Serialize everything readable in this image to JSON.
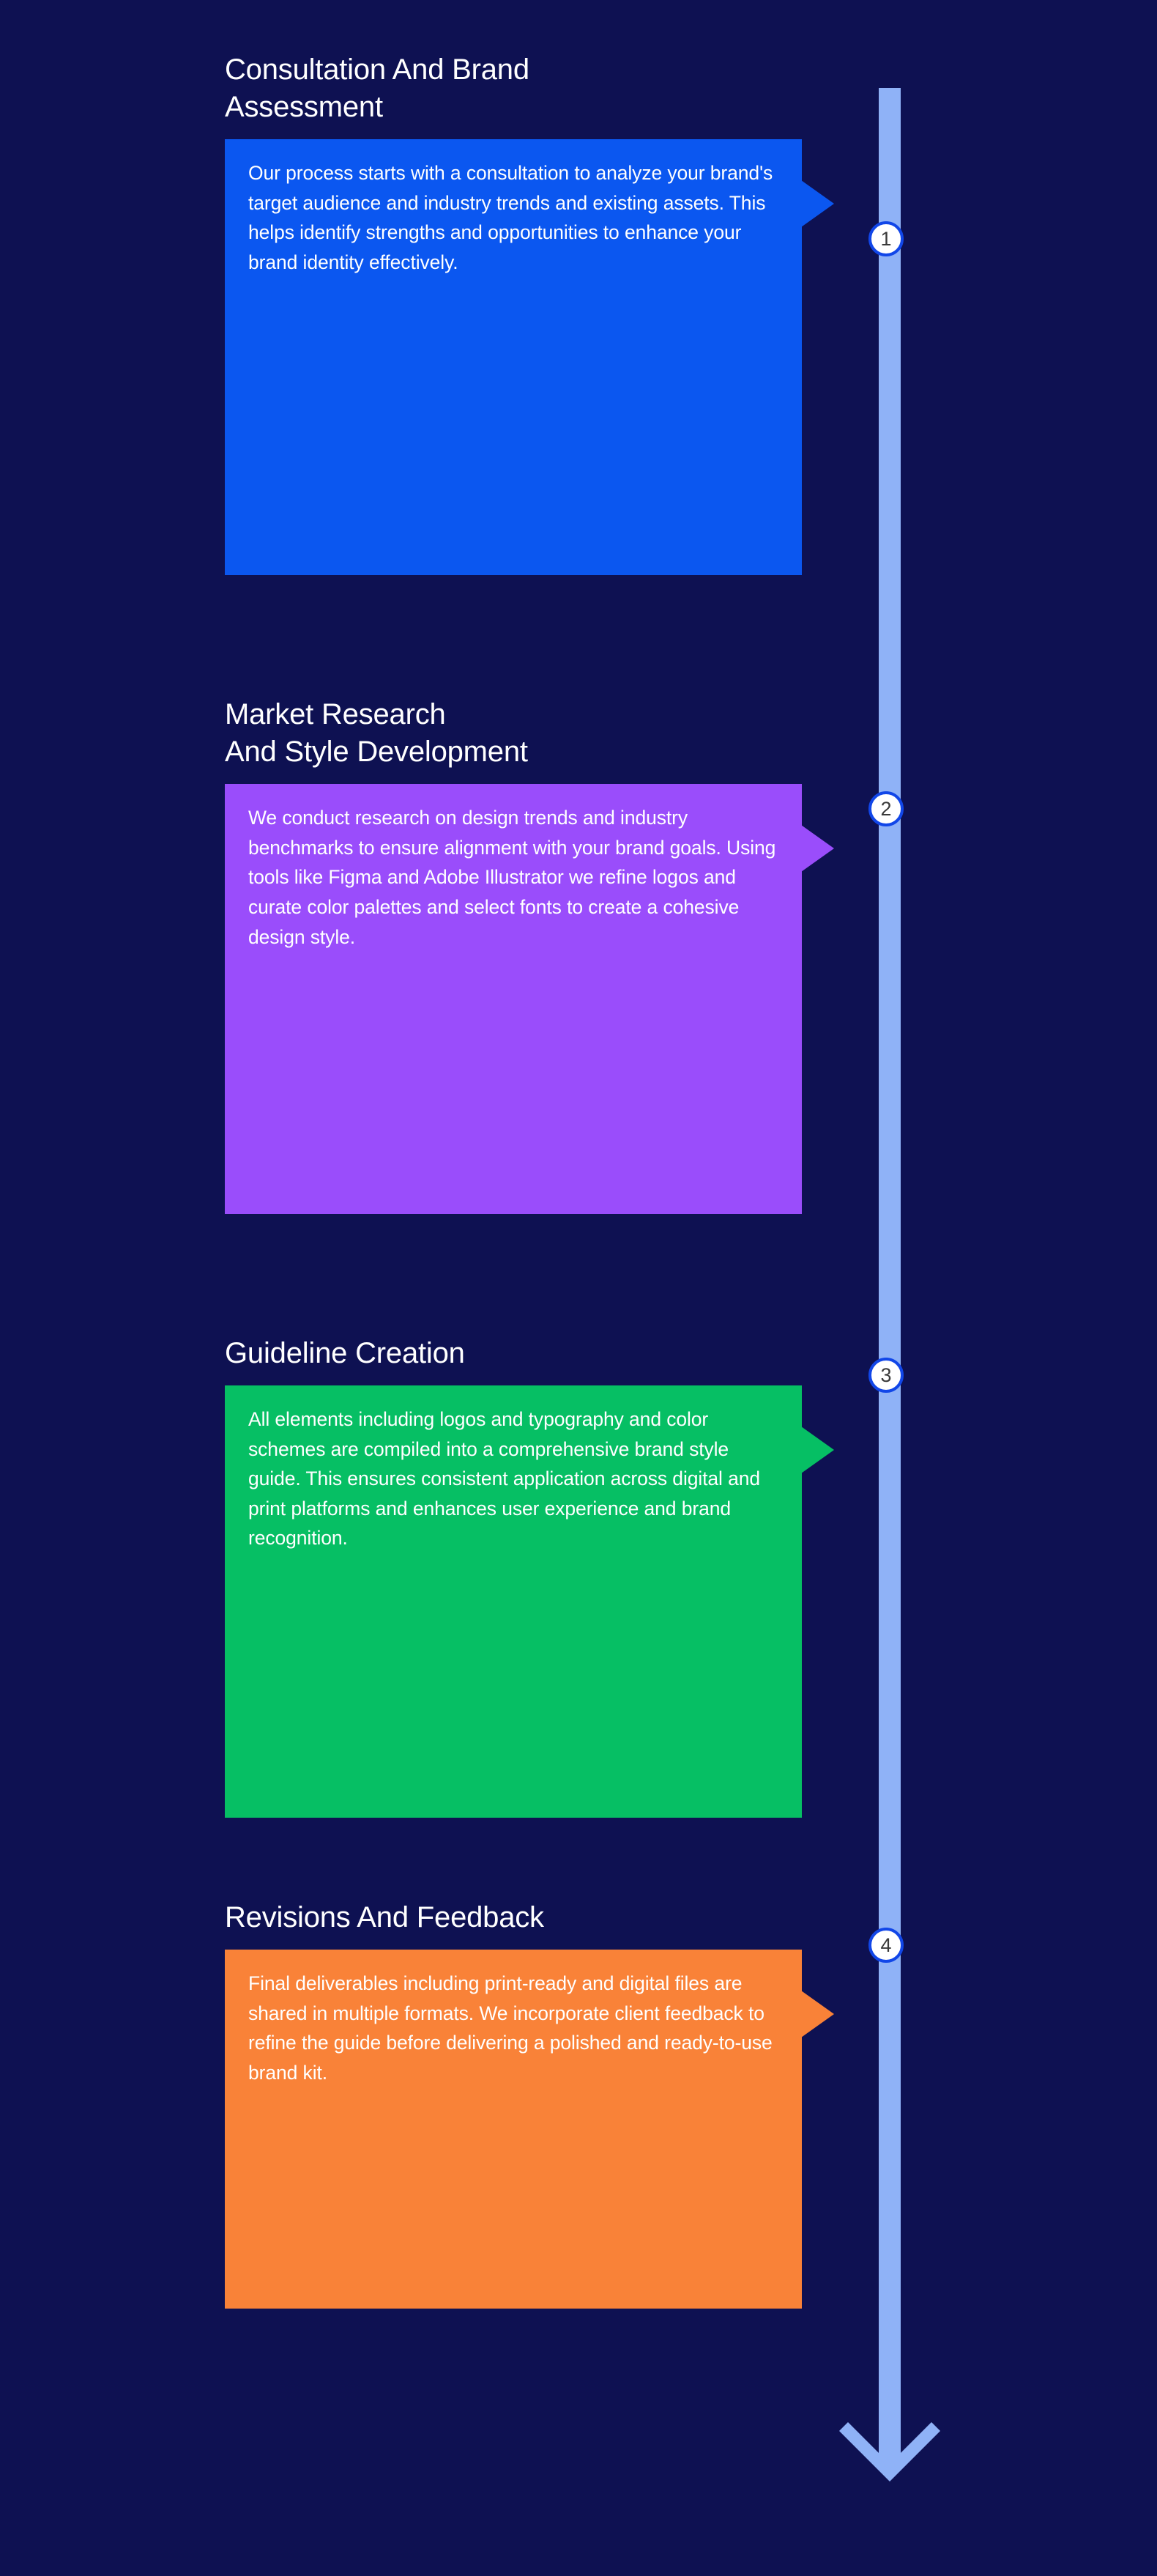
{
  "theme": {
    "background": "#0e1152",
    "timeline_line": "#8fb2f7",
    "badge_fill": "#ffffff",
    "badge_border": "#1146e8",
    "badge_number": "#3a3a3a",
    "title_color": "#ffffff",
    "body_color": "#ffffff"
  },
  "timeline": {
    "arrow_icon": "arrow-down-icon",
    "direction": "down"
  },
  "steps": [
    {
      "number": "1",
      "title": "Consultation And Brand\nAssessment",
      "body": "Our process starts with a consultation to analyze your brand's target audience and industry trends and existing assets. This helps identify strengths and opportunities to enhance your brand identity effectively.",
      "color": "#0b57f0"
    },
    {
      "number": "2",
      "title": "Market Research\nAnd Style Development",
      "body": "We conduct research on design trends and industry benchmarks to ensure alignment with your brand goals. Using tools like Figma and Adobe Illustrator we refine logos and curate color palettes and select fonts to create a cohesive design style.",
      "color": "#9a4dfb"
    },
    {
      "number": "3",
      "title": "Guideline Creation",
      "body": "All elements including logos and typography and color schemes are compiled into a comprehensive brand style guide. This ensures consistent application across digital and print platforms and enhances user experience and brand recognition.",
      "color": "#06bf64"
    },
    {
      "number": "4",
      "title": "Revisions And Feedback",
      "body": "Final deliverables including print-ready and digital files are shared in multiple formats. We incorporate client feedback to refine the guide before delivering a polished and ready-to-use brand kit.",
      "color": "#f98238"
    }
  ]
}
